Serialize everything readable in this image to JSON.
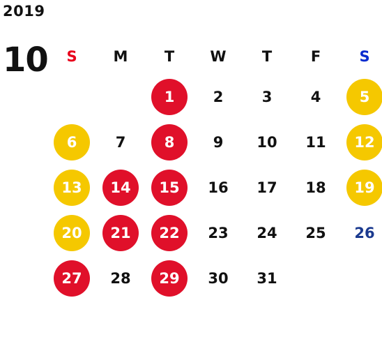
{
  "calendar": {
    "year": "2019",
    "month": "10",
    "colors": {
      "sunday_header": "#e8001b",
      "saturday_header": "#0a2ccf",
      "holiday_red": "#e0102a",
      "weekend_yellow": "#f5c800",
      "plain_text": "#111111",
      "blue_text": "#1b3a8f"
    },
    "weekdays": [
      {
        "label": "S",
        "color": "#e8001b"
      },
      {
        "label": "M",
        "color": "#111111"
      },
      {
        "label": "T",
        "color": "#111111"
      },
      {
        "label": "W",
        "color": "#111111"
      },
      {
        "label": "T",
        "color": "#111111"
      },
      {
        "label": "F",
        "color": "#111111"
      },
      {
        "label": "S",
        "color": "#0a2ccf"
      }
    ],
    "weeks": [
      [
        {
          "day": ""
        },
        {
          "day": ""
        },
        {
          "day": "1",
          "style": "red"
        },
        {
          "day": "2"
        },
        {
          "day": "3"
        },
        {
          "day": "4"
        },
        {
          "day": "5",
          "style": "yellow"
        }
      ],
      [
        {
          "day": "6",
          "style": "yellow"
        },
        {
          "day": "7"
        },
        {
          "day": "8",
          "style": "red"
        },
        {
          "day": "9"
        },
        {
          "day": "10"
        },
        {
          "day": "11"
        },
        {
          "day": "12",
          "style": "yellow"
        }
      ],
      [
        {
          "day": "13",
          "style": "yellow"
        },
        {
          "day": "14",
          "style": "red"
        },
        {
          "day": "15",
          "style": "red"
        },
        {
          "day": "16"
        },
        {
          "day": "17"
        },
        {
          "day": "18"
        },
        {
          "day": "19",
          "style": "yellow"
        }
      ],
      [
        {
          "day": "20",
          "style": "yellow"
        },
        {
          "day": "21",
          "style": "red"
        },
        {
          "day": "22",
          "style": "red"
        },
        {
          "day": "23"
        },
        {
          "day": "24"
        },
        {
          "day": "25"
        },
        {
          "day": "26",
          "style": "blue-text"
        }
      ],
      [
        {
          "day": "27",
          "style": "red"
        },
        {
          "day": "28"
        },
        {
          "day": "29",
          "style": "red"
        },
        {
          "day": "30"
        },
        {
          "day": "31"
        },
        {
          "day": ""
        },
        {
          "day": ""
        }
      ]
    ]
  }
}
